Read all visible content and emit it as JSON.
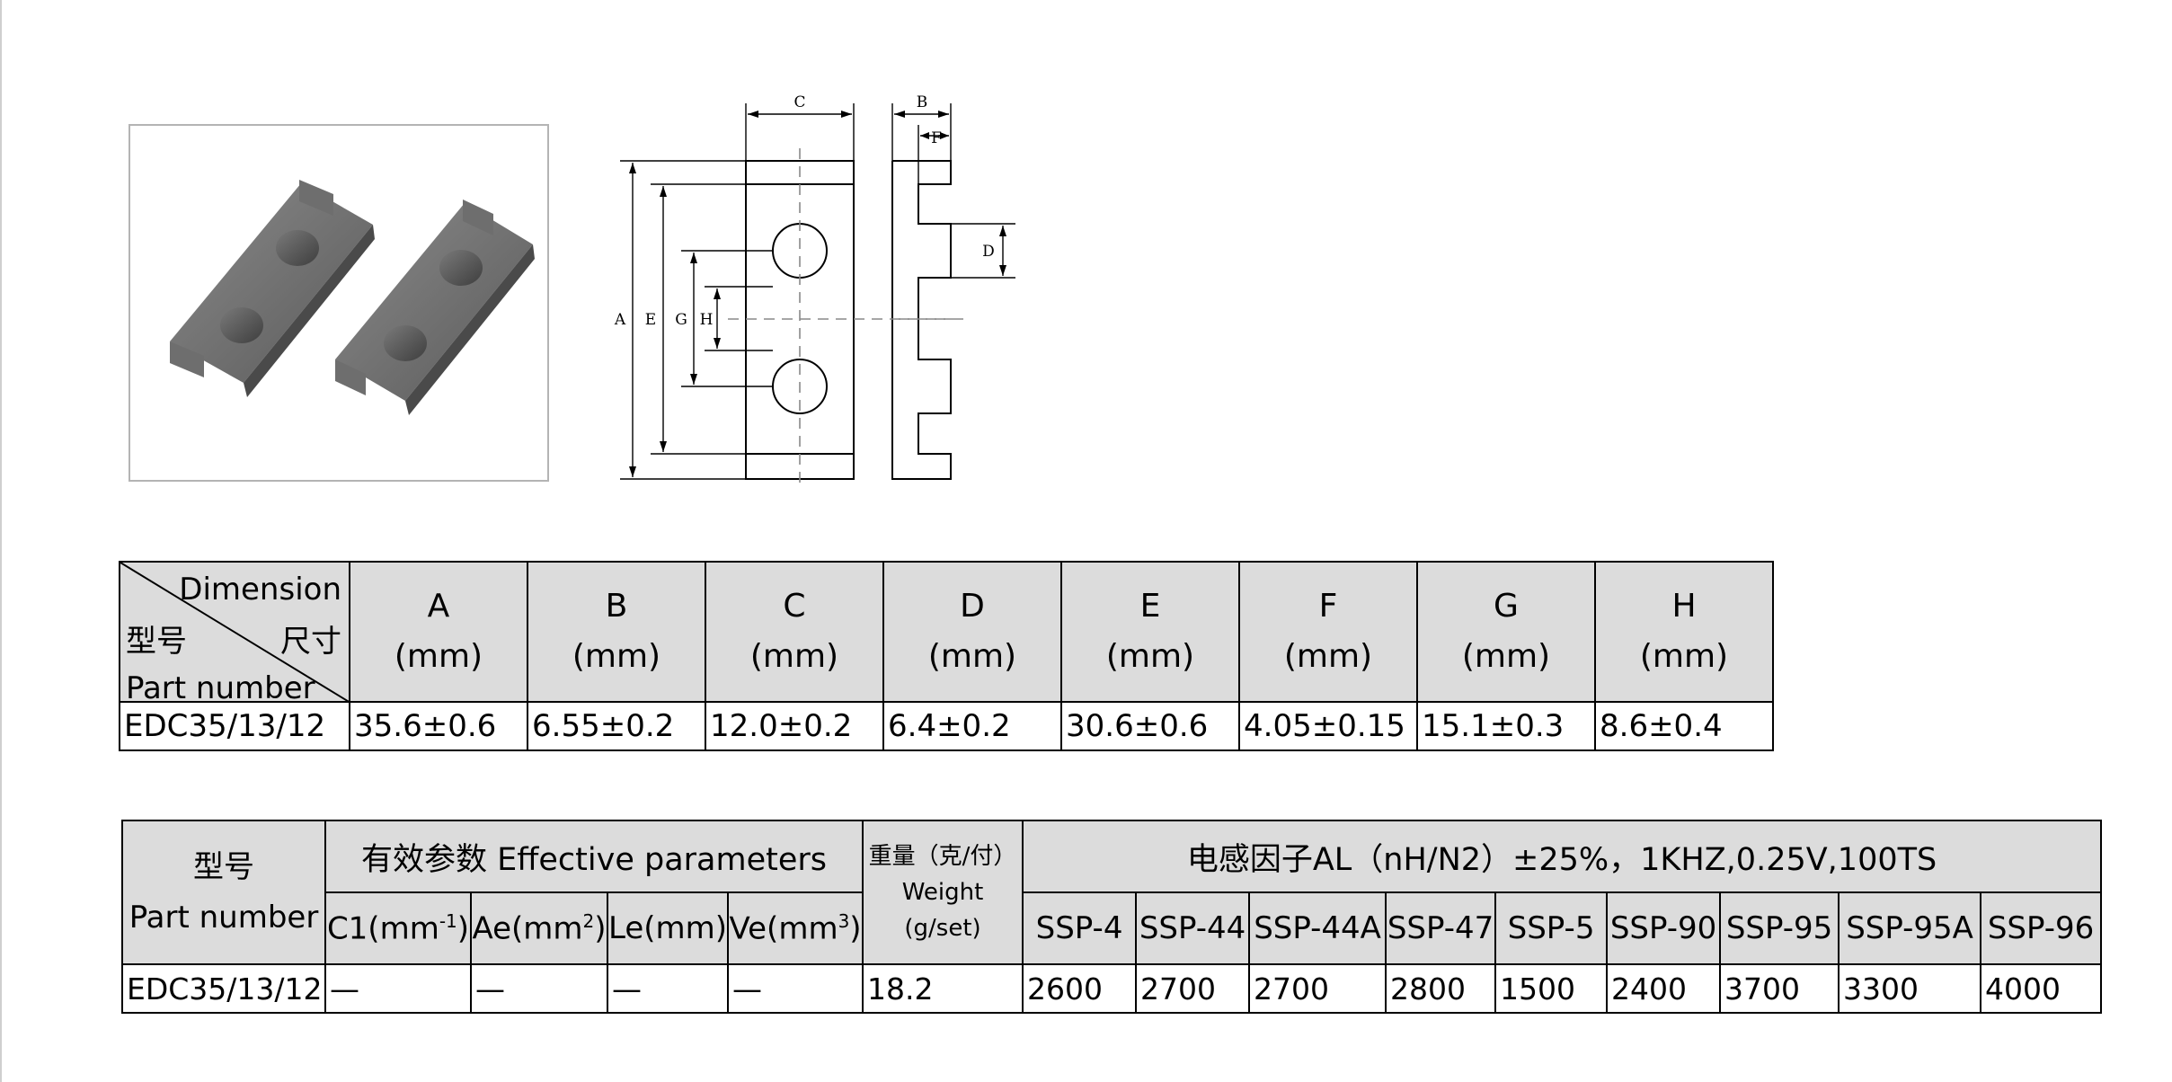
{
  "drawing": {
    "labels": {
      "A": "A",
      "B": "B",
      "C": "C",
      "D": "D",
      "E": "E",
      "F": "F",
      "G": "G",
      "H": "H"
    }
  },
  "dimension_table": {
    "corner": {
      "dimension": "Dimension",
      "model_zh": "型号",
      "size_zh": "尺寸",
      "part_number": "Part number"
    },
    "columns": [
      {
        "letter": "A",
        "unit": "(mm)"
      },
      {
        "letter": "B",
        "unit": "(mm)"
      },
      {
        "letter": "C",
        "unit": "(mm)"
      },
      {
        "letter": "D",
        "unit": "(mm)"
      },
      {
        "letter": "E",
        "unit": "(mm)"
      },
      {
        "letter": "F",
        "unit": "(mm)"
      },
      {
        "letter": "G",
        "unit": "(mm)"
      },
      {
        "letter": "H",
        "unit": "(mm)"
      }
    ],
    "row": {
      "part": "EDC35/13/12",
      "values": [
        "35.6±0.6",
        "6.55±0.2",
        "12.0±0.2",
        "6.4±0.2",
        "30.6±0.6",
        "4.05±0.15",
        "15.1±0.3",
        "8.6±0.4"
      ]
    }
  },
  "param_table": {
    "part_head_zh": "型号",
    "part_head_en": "Part number",
    "effective_head": "有效参数 Effective parameters",
    "effective_cols": [
      {
        "base": "C1(mm",
        "sup": "-1",
        "tail": ")"
      },
      {
        "base": "Ae(mm",
        "sup": "2",
        "tail": ")"
      },
      {
        "base": "Le(mm)",
        "sup": "",
        "tail": ""
      },
      {
        "base": "Ve(mm",
        "sup": "3",
        "tail": ")"
      }
    ],
    "weight_head_zh": "重量（克/付）",
    "weight_head_en": "Weight",
    "weight_unit": "(g/set)",
    "al_head": "电感因子AL（nH/N2）±25%，1KHZ,0.25V,100TS",
    "materials": [
      "SSP-4",
      "SSP-44",
      "SSP-44A",
      "SSP-47",
      "SSP-5",
      "SSP-90",
      "SSP-95",
      "SSP-95A",
      "SSP-96"
    ],
    "row": {
      "part": "EDC35/13/12",
      "effective": [
        "—",
        "—",
        "—",
        "—"
      ],
      "weight": "18.2",
      "al": [
        "2600",
        "2700",
        "2700",
        "2800",
        "1500",
        "2400",
        "3700",
        "3300",
        "4000"
      ]
    }
  }
}
